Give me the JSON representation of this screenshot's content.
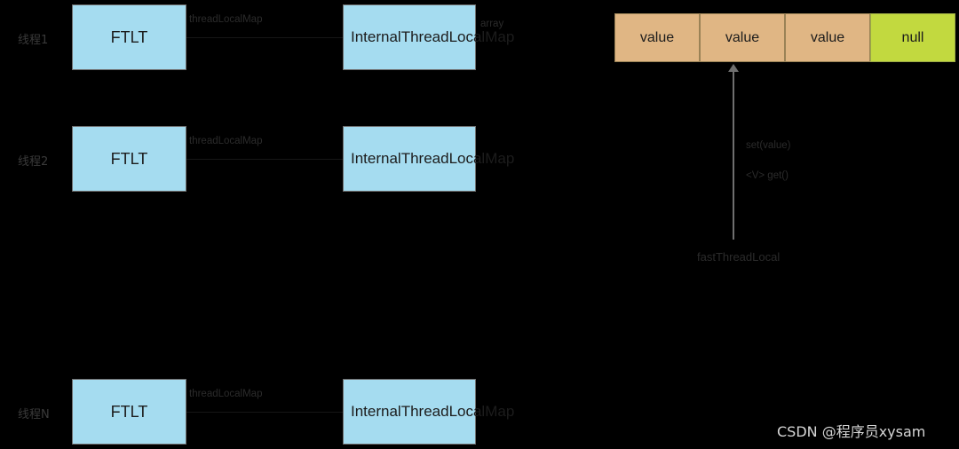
{
  "diagram": {
    "title": "FastThreadLocal storage structure",
    "colors": {
      "background": "#000000",
      "box_fill": "#a5dcf0",
      "box_border": "#6f6f6f",
      "value_cell": "#e0b684",
      "null_cell": "#c2d93f",
      "arrow": "#6f6f6f",
      "label_text": "#2b2b2b",
      "watermark_text": "#d5d5d5"
    },
    "rows": [
      {
        "thread_label": "线程1",
        "ftlt_label": "FTLT",
        "edge_label": "threadLocalMap",
        "map_label": "InternalThreadLocalMap",
        "map_edge_label": "array"
      },
      {
        "thread_label": "线程2",
        "ftlt_label": "FTLT",
        "edge_label": "threadLocalMap",
        "map_label": "InternalThreadLocalMap",
        "map_edge_label": ""
      },
      {
        "thread_label": "线程N",
        "ftlt_label": "FTLT",
        "edge_label": "threadLocalMap",
        "map_label": "InternalThreadLocalMap",
        "map_edge_label": ""
      }
    ],
    "array": {
      "cells": [
        {
          "label": "value",
          "kind": "value"
        },
        {
          "label": "value",
          "kind": "value"
        },
        {
          "label": "value",
          "kind": "value"
        },
        {
          "label": "null",
          "kind": "null"
        }
      ]
    },
    "arrow": {
      "origin_label": "fastThreadLocal",
      "notes": [
        "set(value)",
        "<V> get()"
      ]
    },
    "watermark": "CSDN @程序员xysam"
  }
}
